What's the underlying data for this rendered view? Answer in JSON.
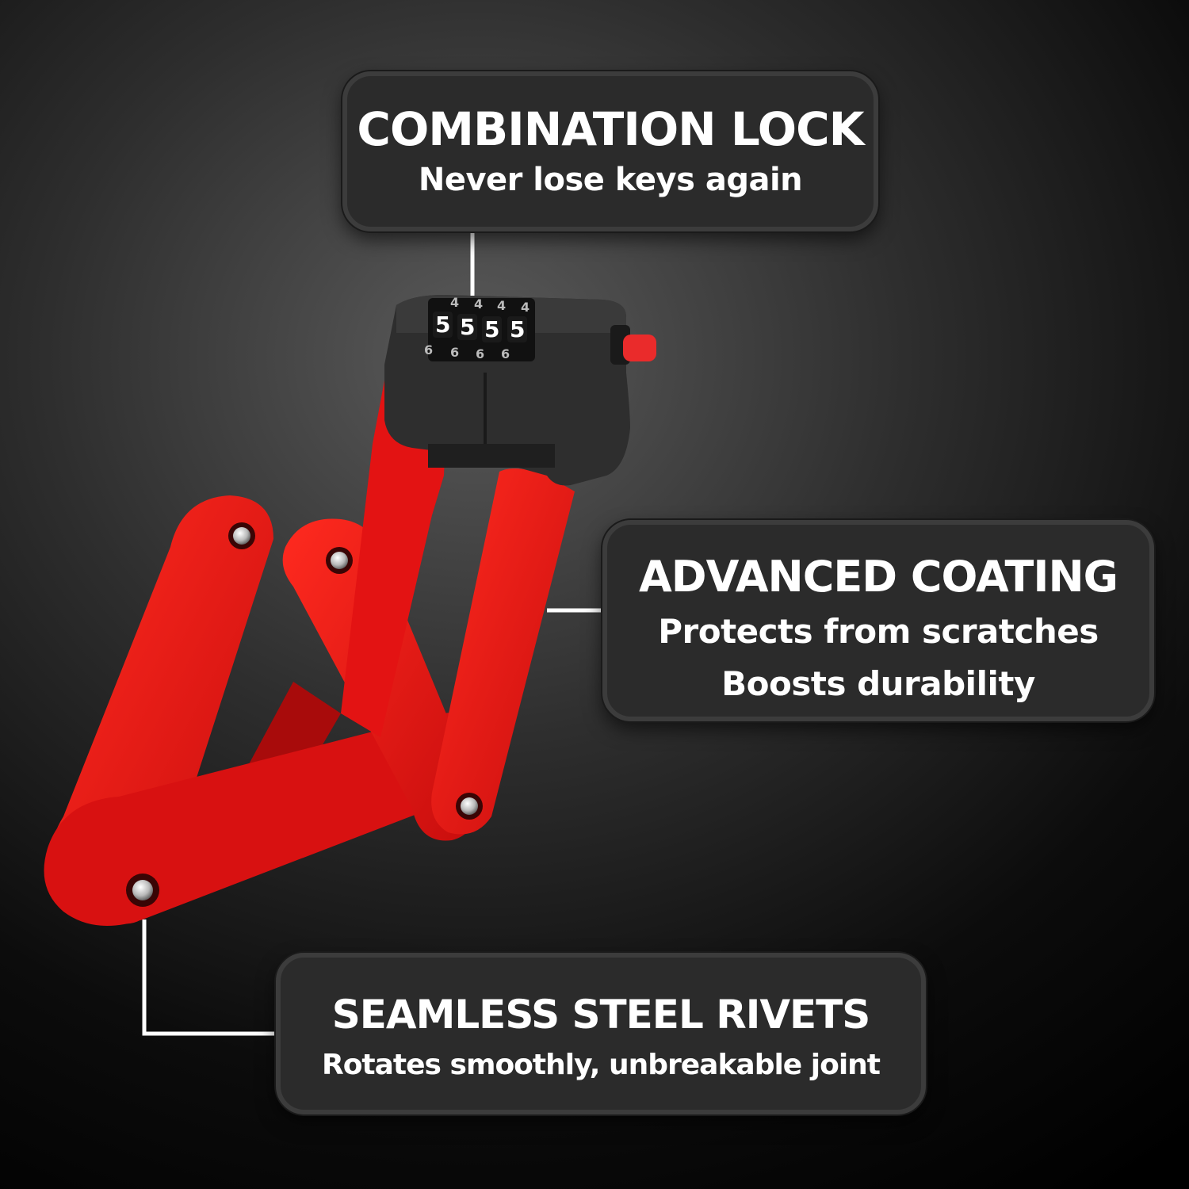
{
  "callouts": [
    {
      "title": "COMBINATION LOCK",
      "lines": [
        "Never lose keys again"
      ]
    },
    {
      "title": "ADVANCED COATING",
      "lines": [
        "Protects from scratches",
        "Boosts durability"
      ]
    },
    {
      "title": "SEAMLESS STEEL RIVETS",
      "lines": [
        "Rotates smoothly, unbreakable joint"
      ]
    }
  ],
  "dial": {
    "top": [
      "4",
      "4",
      "4",
      "4"
    ],
    "middle": [
      "5",
      "5",
      "5",
      "5"
    ],
    "bottom": [
      "6",
      "6",
      "6",
      "6"
    ]
  },
  "colors": {
    "lock_red": "#e31313",
    "callout_bg": "#2b2b2b",
    "leader_line": "#ffffff"
  },
  "icon": "folding-bike-lock"
}
